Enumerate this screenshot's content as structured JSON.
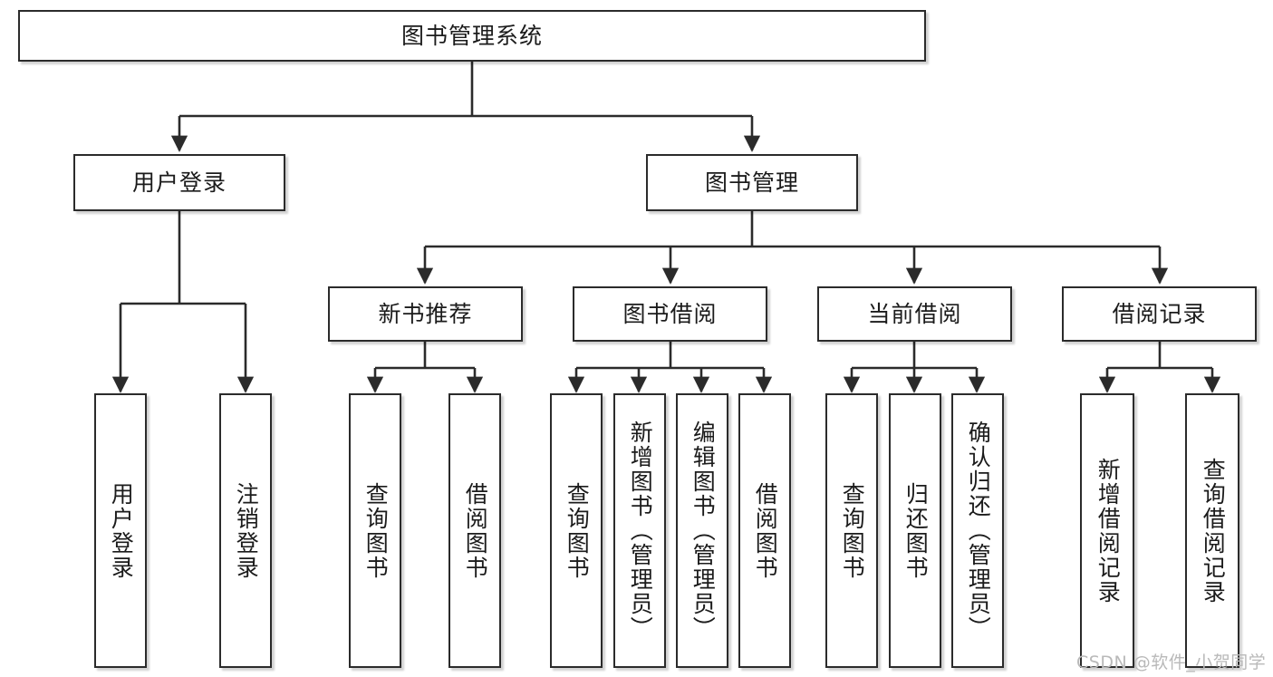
{
  "diagram": {
    "type": "tree-hierarchy",
    "title": "图书管理系统",
    "watermark": "CSDN @软件_小贺同学",
    "colors": {
      "border": "#2b2b2b",
      "background": "#ffffff",
      "text": "#1b1b1b",
      "edge": "#2b2b2b",
      "watermark": "#b9b9b9"
    },
    "levels": {
      "root": "图书管理系统",
      "level2": [
        "用户登录",
        "图书管理"
      ],
      "level3": [
        "新书推荐",
        "图书借阅",
        "当前借阅",
        "借阅记录"
      ]
    },
    "nodes": {
      "root": {
        "label": "图书管理系统"
      },
      "user_login": {
        "label": "用户登录"
      },
      "book_manage": {
        "label": "图书管理"
      },
      "new_book_rec": {
        "label": "新书推荐"
      },
      "book_borrow": {
        "label": "图书借阅"
      },
      "current_borrow": {
        "label": "当前借阅"
      },
      "borrow_record": {
        "label": "借阅记录"
      },
      "leaf_user_login": {
        "label": "用户登录"
      },
      "leaf_user_logout": {
        "label": "注销登录"
      },
      "leaf_query_book_rec": {
        "label": "查询图书"
      },
      "leaf_borrow_book_rec": {
        "label": "借阅图书"
      },
      "leaf_query_book_borrow": {
        "label": "查询图书"
      },
      "leaf_add_book": {
        "label": "新增图书（管理员）"
      },
      "leaf_edit_book": {
        "label": "编辑图书（管理员）"
      },
      "leaf_borrow_book": {
        "label": "借阅图书"
      },
      "leaf_query_book_current": {
        "label": "查询图书"
      },
      "leaf_return_book": {
        "label": "归还图书"
      },
      "leaf_confirm_return": {
        "label": "确认归还（管理员）"
      },
      "leaf_add_record": {
        "label": "新增借阅记录"
      },
      "leaf_query_record": {
        "label": "查询借阅记录"
      }
    },
    "edges": [
      {
        "from": "root",
        "to": "用户登录"
      },
      {
        "from": "root",
        "to": "图书管理"
      },
      {
        "from": "用户登录",
        "to": "用户登录(叶)"
      },
      {
        "from": "用户登录",
        "to": "注销登录"
      },
      {
        "from": "图书管理",
        "to": "新书推荐"
      },
      {
        "from": "图书管理",
        "to": "图书借阅"
      },
      {
        "from": "图书管理",
        "to": "当前借阅"
      },
      {
        "from": "图书管理",
        "to": "借阅记录"
      },
      {
        "from": "新书推荐",
        "to": "查询图书"
      },
      {
        "from": "新书推荐",
        "to": "借阅图书"
      },
      {
        "from": "图书借阅",
        "to": "查询图书"
      },
      {
        "from": "图书借阅",
        "to": "新增图书（管理员）"
      },
      {
        "from": "图书借阅",
        "to": "编辑图书（管理员）"
      },
      {
        "from": "图书借阅",
        "to": "借阅图书"
      },
      {
        "from": "当前借阅",
        "to": "查询图书"
      },
      {
        "from": "当前借阅",
        "to": "归还图书"
      },
      {
        "from": "当前借阅",
        "to": "确认归还（管理员）"
      },
      {
        "from": "借阅记录",
        "to": "新增借阅记录"
      },
      {
        "from": "借阅记录",
        "to": "查询借阅记录"
      }
    ]
  }
}
